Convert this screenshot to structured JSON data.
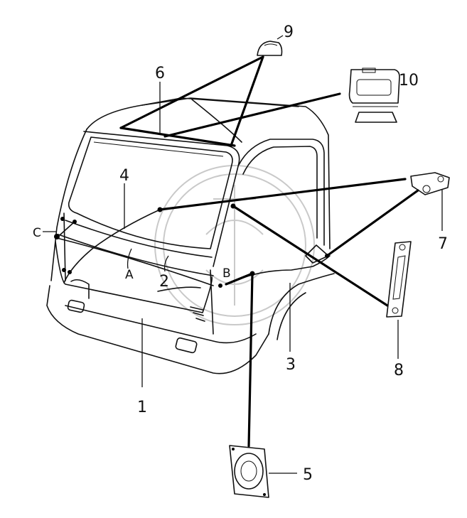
{
  "callouts": {
    "n1": "1",
    "n2": "2",
    "n3": "3",
    "n4": "4",
    "n5": "5",
    "n6": "6",
    "n7": "7",
    "n8": "8",
    "n9": "9",
    "n10": "10",
    "a": "A",
    "b": "B",
    "c": "C"
  }
}
